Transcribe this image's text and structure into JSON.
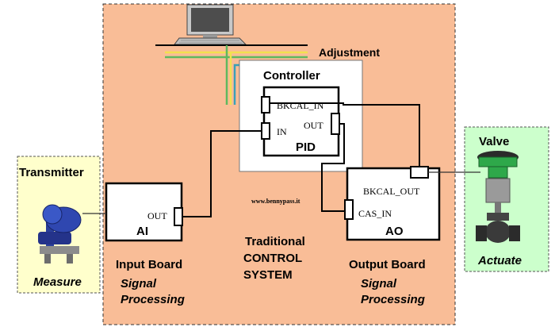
{
  "labels": {
    "adjustment": "Adjustment",
    "controller": "Controller",
    "bkcal_in": "BKCAL_IN",
    "in": "IN",
    "out": "OUT",
    "pid": "PID",
    "transmitter": "Transmitter",
    "measure": "Measure",
    "ai_out": "OUT",
    "ai": "AI",
    "input_board": "Input Board",
    "input_signal_1": "Signal",
    "input_signal_2": "Processing",
    "watermark": "www.bennypass.it",
    "traditional_1": "Traditional",
    "traditional_2": "CONTROL",
    "traditional_3": "SYSTEM",
    "bkcal_out": "BKCAL_OUT",
    "cas_in": "CAS_IN",
    "ao": "AO",
    "output_board": "Output Board",
    "output_signal_1": "Signal",
    "output_signal_2": "Processing",
    "valve": "Valve",
    "actuate": "Actuate"
  },
  "colors": {
    "system_area": "#f9bd97",
    "device_area_left": "#ffffcc",
    "device_area_right": "#ccffcc",
    "adjustment_bus_yellow": "#f2e14f",
    "adjustment_bus_green": "#5fb85f",
    "adjustment_bus_teal": "#3aa0b8"
  },
  "icons": [
    "computer-icon",
    "transmitter-icon",
    "valve-icon"
  ]
}
